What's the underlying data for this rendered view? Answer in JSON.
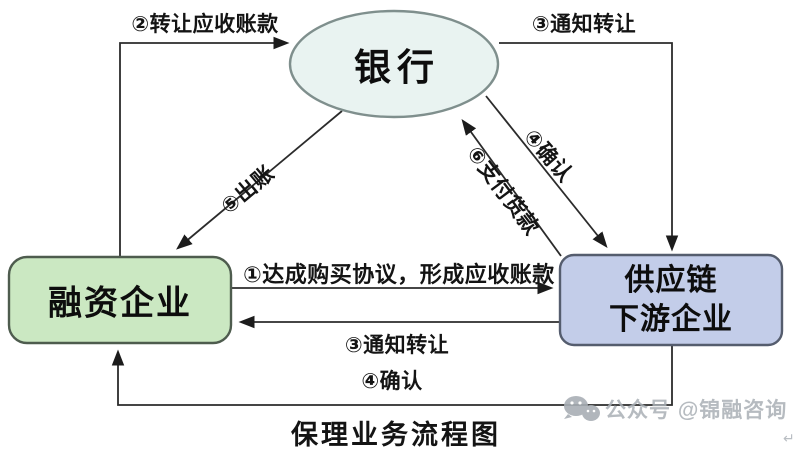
{
  "diagram": {
    "title": "保理业务流程图",
    "line_color": "#2b2b2b",
    "nodes": {
      "bank": {
        "label": "银行",
        "fill": "#e9f3f1",
        "stroke": "#7f8f8d"
      },
      "financing": {
        "label": "融资企业",
        "fill": "#cbe8c2",
        "stroke": "#4e5c4e"
      },
      "downstream": {
        "label_line1": "供应链",
        "label_line2": "下游企业",
        "fill": "#c3cde9",
        "stroke": "#555d6e"
      }
    },
    "edges": {
      "e2_assign_receivables": {
        "label": "②转让应收账款"
      },
      "e3_notify_top": {
        "label": "③通知转让"
      },
      "e4_confirm_diag": {
        "label": "④确认"
      },
      "e6_pay_goods": {
        "label": "⑥支付货款"
      },
      "e5_disburse": {
        "label": "⑤出账"
      },
      "e1_purchase_agreement": {
        "label": "①达成购买协议，形成应收账款"
      },
      "e3_notify_mid": {
        "label": "③通知转让"
      },
      "e4_confirm_bottom": {
        "label": "④确认"
      }
    },
    "watermark": {
      "text": "公众号 @锦融咨询"
    },
    "corner_glyph": "↵"
  }
}
